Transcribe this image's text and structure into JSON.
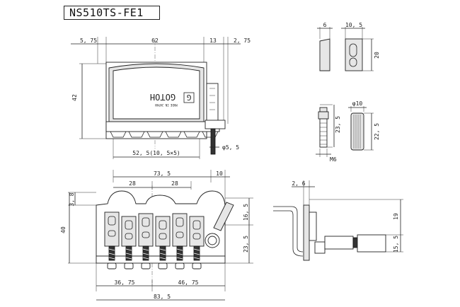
{
  "title": "NS510TS-FE1",
  "brand": "GOTOH",
  "brand_mark": "G",
  "brand_small": "MADE IN JAPAN",
  "top_view": {
    "dims": [
      "5, 75",
      "62",
      "13",
      "2, 75",
      "42",
      "52, 5(10, 5×5)",
      "φ5, 5"
    ]
  },
  "saddle_view": {
    "dims": [
      "6",
      "10, 5",
      "20"
    ]
  },
  "post_view": {
    "dims": [
      "23, 5",
      "M6",
      "φ10",
      "22, 5"
    ]
  },
  "front_view": {
    "dims": [
      "73, 5",
      "10",
      "28",
      "28",
      "3, 8",
      "40",
      "16, 5",
      "23, 5",
      "36, 75",
      "46, 75",
      "83, 5"
    ]
  },
  "side_view": {
    "dims": [
      "2, 6",
      "19",
      "15, 5"
    ]
  },
  "colors": {
    "line": "#222222",
    "shade": "#e6e6e6",
    "dark": "#333333"
  }
}
